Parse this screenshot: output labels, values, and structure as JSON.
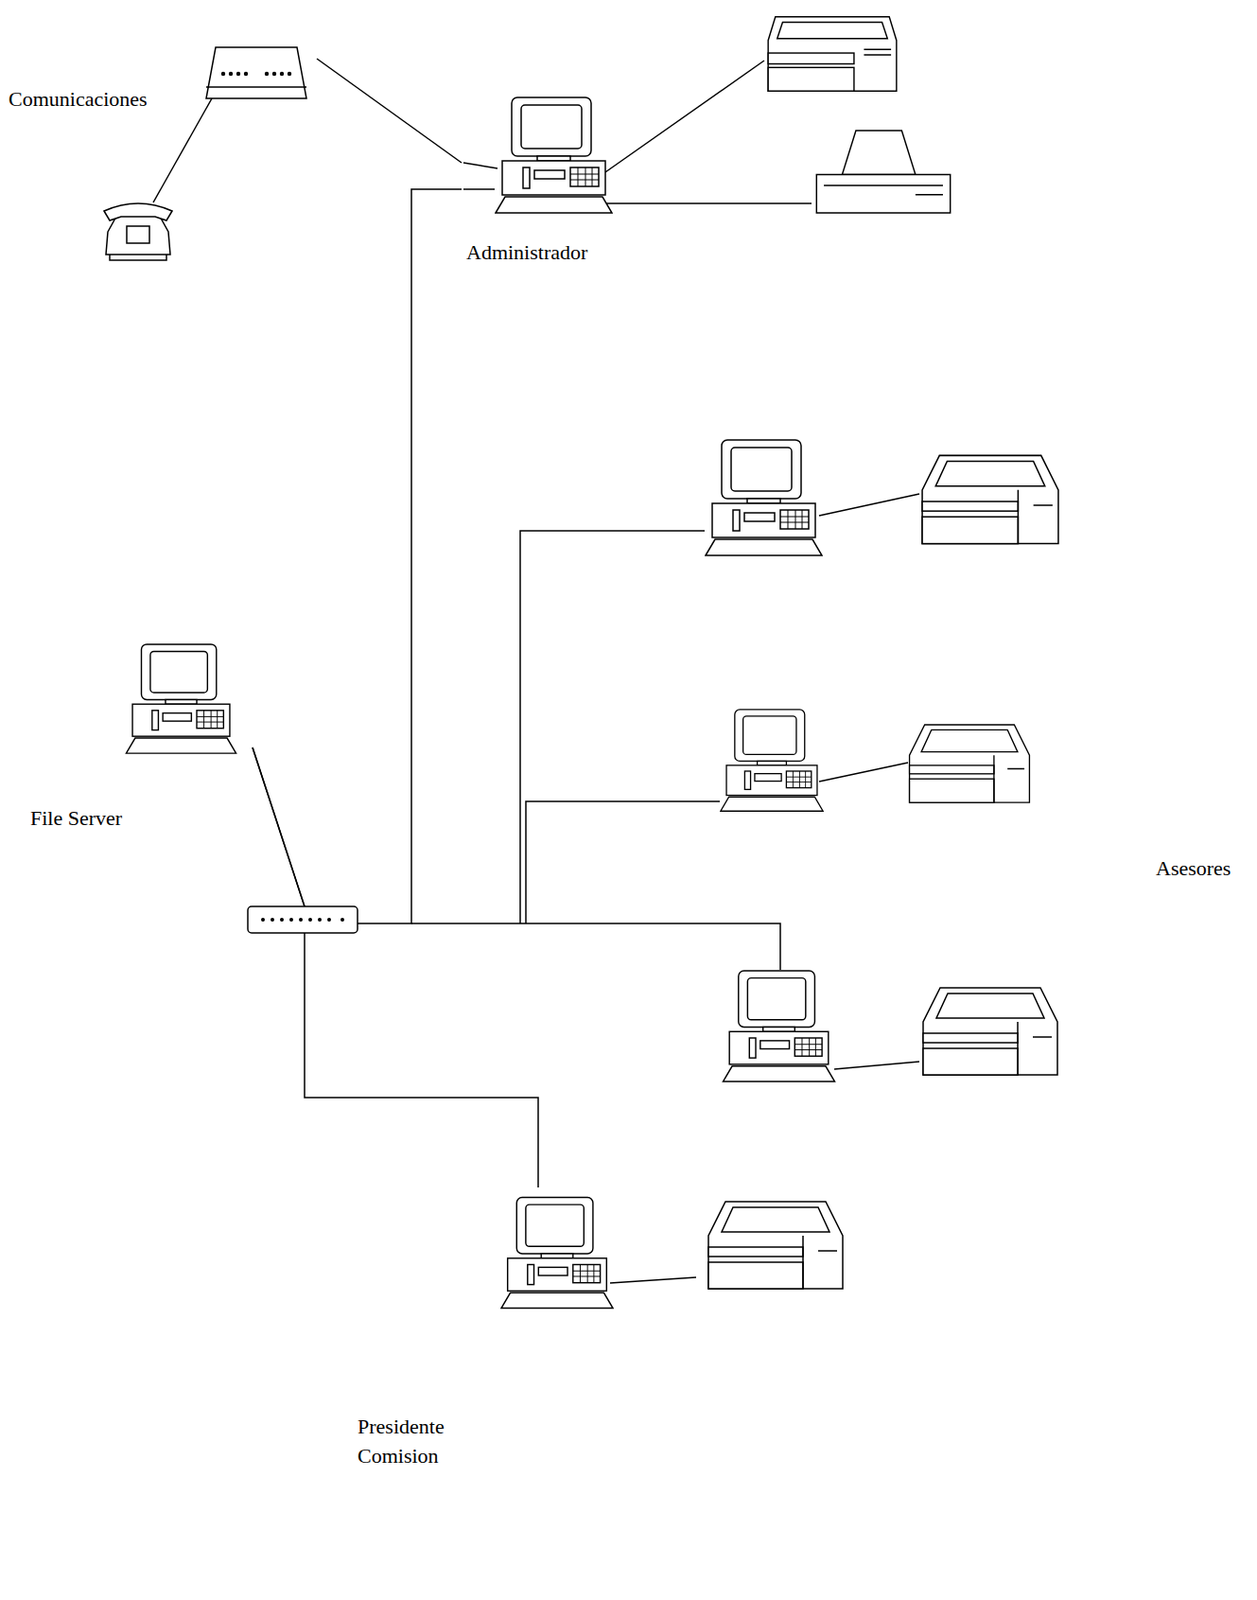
{
  "diagram": {
    "nodes": [
      {
        "text": [
          "Comunicaciones"
        ]
      },
      {
        "text": [
          "Administrador"
        ]
      },
      {
        "text": [
          "File Server"
        ]
      },
      {
        "text": [
          "Presidente Comision"
        ]
      }
    ],
    "edges": [
      {
        "from": 0,
        "to": 1,
        "arrow": "none"
      },
      {
        "from": 2,
        "to": 1,
        "arrow": "none"
      },
      {
        "from": 2,
        "to": 3,
        "arrow": "none"
      }
    ],
    "labels": [
      "Asesores"
    ]
  }
}
